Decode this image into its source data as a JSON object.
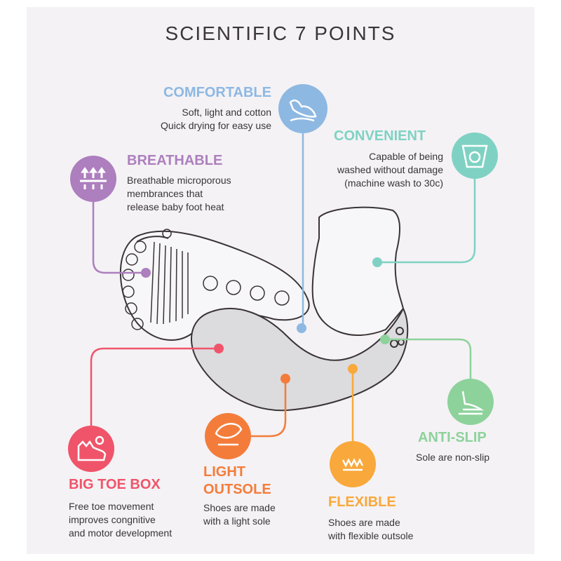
{
  "title": "SCIENTIFIC 7 POINTS",
  "colors": {
    "comfortable": "#8db8e2",
    "convenient": "#7fd2c3",
    "breathable": "#ad7fbe",
    "big_toe_box": "#f0546a",
    "light_outsole": "#f47c3a",
    "flexible": "#f9a83b",
    "anti_slip": "#8dd29b"
  },
  "points": {
    "comfortable": {
      "heading": "COMFORTABLE",
      "lines": [
        "Soft, light and cotton",
        "Quick drying for easy use"
      ],
      "icon": "shoe-feather-icon"
    },
    "convenient": {
      "heading": "CONVENIENT",
      "lines": [
        "Capable of being",
        "washed without damage",
        "(machine wash to 30c)"
      ],
      "icon": "washing-icon"
    },
    "breathable": {
      "heading": "BREATHABLE",
      "lines": [
        "Breathable microporous",
        "membrances that",
        "release baby foot heat"
      ],
      "icon": "breathable-arrows-icon"
    },
    "big_toe_box": {
      "heading": "BIG TOE BOX",
      "lines": [
        "Free toe movement",
        "improves congnitive",
        "and motor development"
      ],
      "icon": "toe-shoe-icon"
    },
    "light_outsole": {
      "heading": [
        "LIGHT",
        "OUTSOLE"
      ],
      "lines": [
        "Shoes are made",
        "with a light sole"
      ],
      "icon": "leaf-icon"
    },
    "flexible": {
      "heading": "FLEXIBLE",
      "lines": [
        "Shoes are made",
        "with flexible outsole"
      ],
      "icon": "wave-icon"
    },
    "anti_slip": {
      "heading": "ANTI-SLIP",
      "lines": [
        "Sole are non-slip"
      ],
      "icon": "foot-grip-icon"
    }
  }
}
